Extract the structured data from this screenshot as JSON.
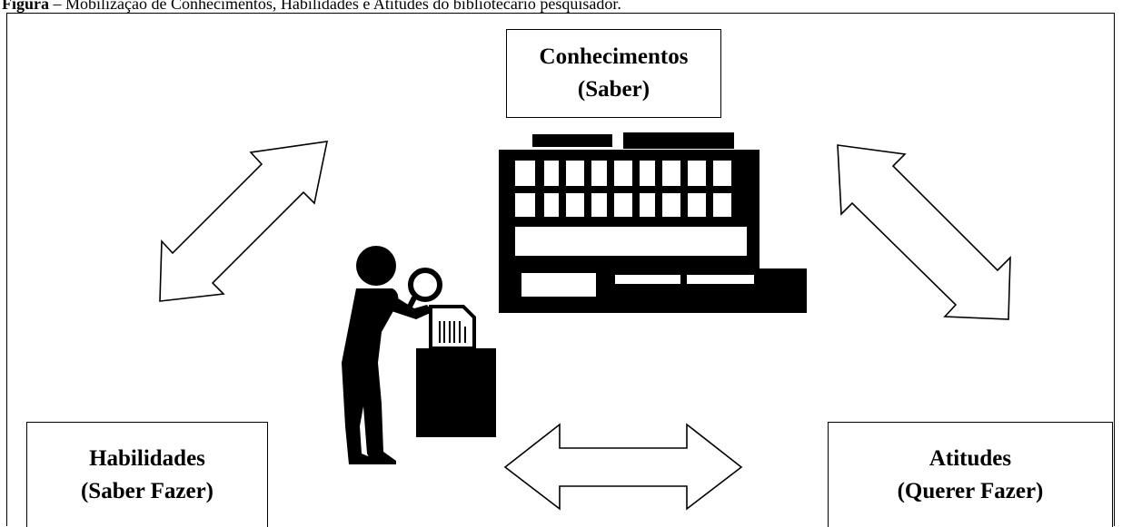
{
  "caption": {
    "label": "Figura",
    "text": "– Mobilização de Conhecimentos, Habilidades e Atitudes do bibliotecário pesquisador."
  },
  "boxes": {
    "knowledge": {
      "line1": "Conhecimentos",
      "line2": "(Saber)"
    },
    "skills": {
      "line1": "Habilidades",
      "line2": "(Saber Fazer)"
    },
    "attitudes": {
      "line1": "Atitudes",
      "line2": "(Querer Fazer)"
    }
  },
  "icons": {
    "person": "researcher-with-magnifier-icon",
    "building": "library-building-icon",
    "document": "document-barcode-icon"
  }
}
